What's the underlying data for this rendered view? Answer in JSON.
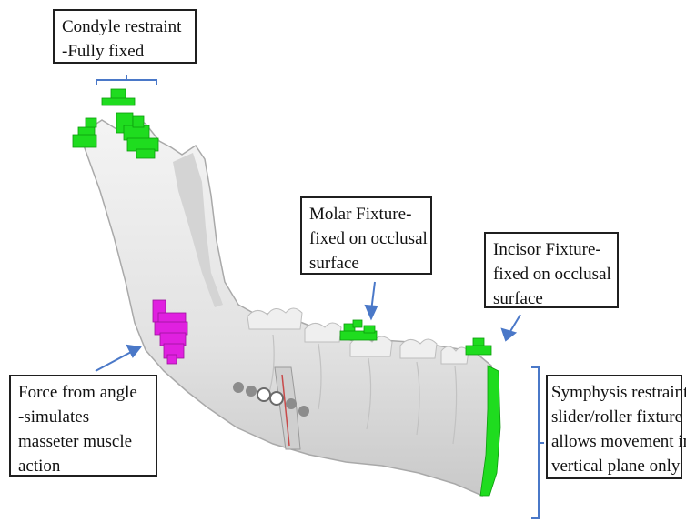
{
  "colors": {
    "bone": "#e8e8e8",
    "bone_shadow": "#b9b9b9",
    "restraint": "#1fdc1f",
    "force": "#e020e0",
    "arrow": "#4a78c8",
    "plate": "#8c8c8c"
  },
  "callouts": {
    "condyle": {
      "line1": "Condyle restraint",
      "line2": "-Fully fixed"
    },
    "molar": {
      "line1": "Molar Fixture-",
      "line2": "fixed on occlusal",
      "line3": "surface"
    },
    "incisor": {
      "line1": "Incisor Fixture-",
      "line2": "fixed on occlusal",
      "line3": "surface"
    },
    "force": {
      "line1": "Force from angle",
      "line2": "-simulates",
      "line3": "masseter muscle",
      "line4": "action"
    },
    "symphysis": {
      "line1": "Symphysis restraint-",
      "line2": "slider/roller fixture",
      "line3": "allows movement in",
      "line4": "vertical plane only"
    }
  }
}
